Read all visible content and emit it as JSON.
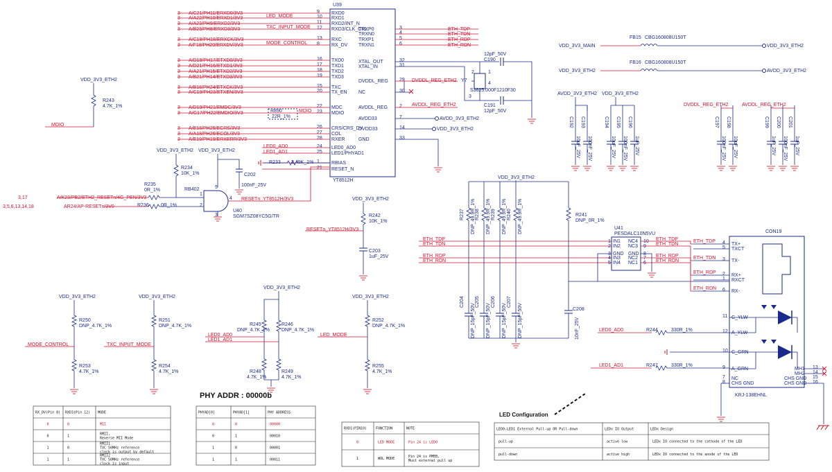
{
  "u39": {
    "ref": "U39",
    "part": "YT8512H",
    "left_pins": [
      {
        "num": "9",
        "name": "RXD0",
        "net": "A/C21/PH11/ERXD0/3V3",
        "alias": "3"
      },
      {
        "num": "10",
        "name": "RXD1",
        "net": "A/A22/PH10/ERXD1/3V3",
        "alias": "3",
        "led": "LED_MODE"
      },
      {
        "num": "11",
        "name": "RXD2/INT_N",
        "net": "A/A23/PH9/ERXD2/3V3",
        "alias": "3"
      },
      {
        "num": "12",
        "name": "RXD3/CLK_CTL",
        "net": "A/B23/PH8/ERXD3/3V3",
        "alias": "3",
        "led": "TXC_INPUT_MODE"
      },
      {
        "num": "13",
        "name": "RXC",
        "net": "A/C18/PH18/ERXCK/3V3",
        "alias": "3"
      },
      {
        "num": "8",
        "name": "RX_DV",
        "net": "A/F18/PH20/ERXDV/3V3",
        "alias": "3",
        "led": "MODE_CONTROL"
      },
      {
        "num": "16",
        "name": "TXD0",
        "net": "A/D18/PH17/ETXD0/3V3",
        "alias": "3"
      },
      {
        "num": "17",
        "name": "TXD1",
        "net": "A/D21/PH16/ETXD1/3V3",
        "alias": "3"
      },
      {
        "num": "18",
        "name": "TXD2",
        "net": "A/A21/PH15/ETXD2/3V3",
        "alias": "3"
      },
      {
        "num": "19",
        "name": "TXD3",
        "net": "A/B21/PH14/ETXD3/3V3",
        "alias": "3"
      },
      {
        "num": "15",
        "name": "TXC",
        "net": "A/B18/PH24/ETXCK/3V3",
        "alias": "3"
      },
      {
        "num": "20",
        "name": "TX_EN",
        "net": "A/C19/PH23/ETXEN/3V3",
        "alias": "3"
      },
      {
        "num": "22",
        "name": "MDC",
        "net": "A/D19/PH21/EMDC/3V3",
        "alias": "3"
      },
      {
        "num": "23",
        "name": "MDIO",
        "net": "A/G17/PH22/EMDIO/3V3",
        "alias": "3"
      },
      {
        "num": "26",
        "name": "CRS/CRS_DV",
        "net": "A/E18/PH25/ECRS/3V3",
        "alias": "3"
      },
      {
        "num": "27",
        "name": "COL",
        "net": "A/A18/PH26/ECOL/3V3",
        "alias": "3"
      },
      {
        "num": "28",
        "name": "RXER",
        "net": "A/E19/PH19/ERXERR/3V3",
        "alias": "3"
      },
      {
        "num": "24",
        "name": "LED0_AD0",
        "net": "LED0_AD0",
        "alias": ""
      },
      {
        "num": "25",
        "name": "LED1/PHYAD1",
        "net": "LED1_AD1",
        "alias": ""
      },
      {
        "num": "1",
        "name": "RBIAS",
        "net": "",
        "alias": ""
      },
      {
        "num": "21",
        "name": "RESET_N",
        "net": "",
        "alias": ""
      }
    ],
    "right_pins": [
      {
        "num": "3",
        "name": "TRXP0",
        "net": "ETH_TDP"
      },
      {
        "num": "4",
        "name": "TRXN0",
        "net": "ETH_TDN"
      },
      {
        "num": "5",
        "name": "TRXP1",
        "net": "ETH_RDP"
      },
      {
        "num": "6",
        "name": "TRXN1",
        "net": "ETH_RDN"
      },
      {
        "num": "32",
        "name": "XTAL_OUT",
        "net": ""
      },
      {
        "num": "31",
        "name": "XTAL_IN",
        "net": ""
      },
      {
        "num": "29",
        "name": "DVDDL_REG",
        "net": "DVDDL_REG_ETH2"
      },
      {
        "num": "30",
        "name": "NC",
        "net": ""
      },
      {
        "num": "2",
        "name": "AVDDL_REG",
        "net": "AVDDL_REG_ETH2"
      },
      {
        "num": "7",
        "name": "AVDD33",
        "net": "AVDD_3V3_ETH2"
      },
      {
        "num": "14",
        "name": "DVDD33",
        "net": "VDD_3V3_ETH2"
      },
      {
        "num": "33",
        "name": "GND",
        "net": ""
      }
    ],
    "r890": "R890",
    "r890_val": "22R_1%",
    "mdio_left": "MDIO",
    "mdio_right": "MDIO"
  },
  "xtal": {
    "ref": "Y7",
    "part": "S3625.000F1210F30",
    "c190": "C190",
    "c190_val": "12pF_50V",
    "c191": "C191",
    "c191_val": "12pF_50V",
    "p1": "1",
    "p2": "2",
    "p3": "3",
    "p4": "4"
  },
  "rail": "VDD_3V3_ETH2",
  "rail_main": "VDD_3V3_MAIN",
  "avdd_rail": "AVDD_3V3_ETH2",
  "dvddl_rail": "DVDDL_REG_ETH2",
  "avddl_rail": "AVDDL_REG_ETH2",
  "fb15": {
    "ref": "FB15",
    "part": "CBG160808U150T",
    "left": "VDD_3V3_MAIN",
    "right": "VDD_3V3_ETH2"
  },
  "fb16": {
    "ref": "FB16",
    "part": "CBG160808U150T",
    "left": "VDD_3V3_ETH2",
    "right": "AVDD_3V3_ETH2"
  },
  "caps_right": [
    {
      "ref": "C192",
      "val": "10uF_25V"
    },
    {
      "ref": "C193",
      "val": "100nF_25V"
    },
    {
      "ref": "C194",
      "val": "10uF_25V"
    },
    {
      "ref": "C195",
      "val": "100nF_25V"
    },
    {
      "ref": "C196",
      "val": "1uF_25V"
    },
    {
      "ref": "C197",
      "val": "100nF_25V"
    },
    {
      "ref": "C198",
      "val": "10uF_25V"
    },
    {
      "ref": "C199",
      "val": "1uF_25V"
    },
    {
      "ref": "C200",
      "val": "100nF_25V"
    },
    {
      "ref": "C201",
      "val": "1uF_25V"
    }
  ],
  "mdio": {
    "label": "MDIO",
    "r243": "R243",
    "r243_val": "4.7K_1%"
  },
  "reset": {
    "r234": "R234",
    "r234_val": "10K_1%",
    "r235": "R235",
    "r235_val": "0R_1%",
    "r236": "R236",
    "r236_val": "0R_1%",
    "rb": "RB402",
    "u40": "U40",
    "u40_part": "SGM7SZ08YC5G/TR",
    "c202": "C202",
    "c202_val": "100nF_25V",
    "r233": "R233",
    "r233_val": "2.49K_1%",
    "in1_alias": "3,17",
    "in1": "A/K23/PB2/ETH2_RESETn/4G_PEN/3V3",
    "in2_alias": "3,5,6,13,14,18",
    "in2": "AR24/AP-RESETn/3V0",
    "out": "RESETn_YT8512H/3V3",
    "pin_a": "1",
    "pin_b": "2",
    "pin_y": "4",
    "pin_v": "5",
    "pin_g": "3"
  },
  "reset2": {
    "label": "RESETn_YT8512H/3V3",
    "r242": "R242",
    "r242_val": "10K_1%",
    "c203": "C203",
    "c203_val": "1uF_25V"
  },
  "strap": {
    "r250": "R250",
    "r250_val": "DNP_4.7K_1%",
    "r253": "R253",
    "r253_val": "4.7K_1%",
    "net1": "MODE_CONTROL",
    "r251": "R251",
    "r251_val": "DNP_4.7K_1%",
    "r254": "R254",
    "r254_val": "4.7K_1%",
    "net2": "TXC_INPUT_MODE",
    "r245": "R245",
    "r245_val": "DNP_4.7K_1%",
    "r246": "R246",
    "r246_val": "DNP_4.7K_1%",
    "r248": "R248",
    "r248_val": "4.7K_1%",
    "r249": "R249",
    "r249_val": "4.7K_1%",
    "led0": "LED0_AD0",
    "led1": "LED1_AD1",
    "r252": "R252",
    "r252_val": "DNP_4.7K_1%",
    "r255": "R255",
    "r255_val": "4.7K_1%",
    "net3": "LED_MODE"
  },
  "u41": {
    "ref": "U41",
    "part": "PESDALC10N5VU",
    "rows": [
      {
        "ln": "1",
        "lname": "IN1",
        "rname": "NC4",
        "rn": "10",
        "lnet": "ETH_TDP",
        "rnet": "ETH_TDP"
      },
      {
        "ln": "2",
        "lname": "IN2",
        "rname": "NC3",
        "rn": "9",
        "lnet": "ETH_TDN",
        "rnet": "ETH_TDN"
      },
      {
        "ln": "3",
        "lname": "GND",
        "rname": "GND",
        "rn": "8",
        "lnet": "",
        "rnet": ""
      },
      {
        "ln": "4",
        "lname": "IN3",
        "rname": "NC2",
        "rn": "7",
        "lnet": "ETH_RDP",
        "rnet": "ETH_RDP"
      },
      {
        "ln": "5",
        "lname": "IN4",
        "rname": "NC1",
        "rn": "6",
        "lnet": "ETH_RDN",
        "rnet": "ETH_RDN"
      }
    ]
  },
  "term": {
    "resistors": [
      {
        "ref": "R237",
        "val": "DNP_49.9R_1%"
      },
      {
        "ref": "R238",
        "val": "DNP_49.9R_1%"
      },
      {
        "ref": "R239",
        "val": "DNP_49.9R_1%"
      },
      {
        "ref": "R240",
        "val": "DNP_49.9R_1%"
      }
    ],
    "caps": [
      {
        "ref": "C204",
        "val": "DNP_15pF_50V"
      },
      {
        "ref": "C205",
        "val": "DNP_15pF_50V"
      },
      {
        "ref": "C206",
        "val": "DNP_15pF_50V"
      },
      {
        "ref": "C207",
        "val": "DNP_15pF_50V"
      }
    ],
    "r241": "R241",
    "r241_val": "DNP_0R_1%",
    "c208": "C208",
    "c208_val": "10nF_25V"
  },
  "con19": {
    "ref": "CON19",
    "part": "KRJ-138EHNL",
    "pins": [
      {
        "n": "4",
        "name": "TX+",
        "net": "ETH_TDP"
      },
      {
        "n": "5",
        "name": "TXCT",
        "net": ""
      },
      {
        "n": "3",
        "name": "TX-",
        "net": "ETH_TDN"
      },
      {
        "n": "2",
        "name": "RX+",
        "net": "ETH_RDP"
      },
      {
        "n": "1",
        "name": "RXCT",
        "net": ""
      },
      {
        "n": "6",
        "name": "RX-",
        "net": "ETH_RDN"
      }
    ],
    "led_pins": [
      {
        "n": "11",
        "name": "C_YLW"
      },
      {
        "n": "12",
        "name": "A_YLW"
      },
      {
        "n": "10",
        "name": "C_GRN"
      },
      {
        "n": "9",
        "name": "A_GRN"
      }
    ],
    "bottom": [
      {
        "n": "7",
        "name": "NC"
      },
      {
        "n": "8",
        "name": "CHS GND"
      }
    ],
    "mh": [
      {
        "n": "13",
        "name": "MH1"
      },
      {
        "n": "14",
        "name": "MH2"
      },
      {
        "n": "15",
        "name": "CHS GND"
      },
      {
        "n": "16",
        "name": "CHS GND"
      }
    ],
    "r244": "R244",
    "r244_val": "330R_1%",
    "r247": "R247",
    "r247_val": "330R_1%",
    "led0": "LED0_AD0",
    "led1": "LED1_AD1"
  },
  "phy_addr_title": "PHY ADDR :  00000b",
  "led_config_title": "LED Configuration",
  "mode_table": {
    "headers": [
      "RX_DV(Pin 8)",
      "RXD3(Pin 12)",
      "MODE"
    ],
    "rows": [
      {
        "c": [
          "0",
          "0",
          "MII"
        ],
        "red": true
      },
      {
        "c": [
          "0",
          "1",
          "RMII,\nReverse MII Mode"
        ],
        "red": false
      },
      {
        "c": [
          "1",
          "0",
          "RMII1\nTXC 50MHz reference\nclock is output by default"
        ],
        "red": false
      },
      {
        "c": [
          "1",
          "1",
          "RMII2\nTXC 50MHz reference\nclock is input"
        ],
        "red": false
      }
    ]
  },
  "phy_table": {
    "headers": [
      "PHYAD[0]",
      "PHYAD[1]",
      "PHY ADDRESS"
    ],
    "rows": [
      {
        "c": [
          "0",
          "0",
          "00000"
        ],
        "red": true
      },
      {
        "c": [
          "0",
          "1",
          "00010"
        ],
        "red": false
      },
      {
        "c": [
          "1",
          "0",
          "00001"
        ],
        "red": false
      },
      {
        "c": [
          "1",
          "1",
          "00011"
        ],
        "red": false
      }
    ]
  },
  "func_table": {
    "headers": [
      "RXD1(PIN10)",
      "FUNCTION",
      "NOTE"
    ],
    "rows": [
      {
        "c": [
          "0",
          "LED MODE",
          "Pin 24 is LED0"
        ],
        "red": true
      },
      {
        "c": [
          "1",
          "WOL MODE",
          "Pin 24 is PMEB,\nMust external pull up"
        ],
        "red": false
      }
    ]
  },
  "led_table": {
    "headers": [
      "LED0-LED1 External Pull-up OR Pull-down",
      "LEDx IO Output",
      "LEDx Design"
    ],
    "rows": [
      {
        "c": [
          "pull-up",
          "active low",
          "LEDx IO  connected to the cathode of the LED"
        ]
      },
      {
        "c": [
          "pull-down",
          "active high",
          "LEDx IO  connected to the anode of the LED"
        ]
      }
    ]
  }
}
